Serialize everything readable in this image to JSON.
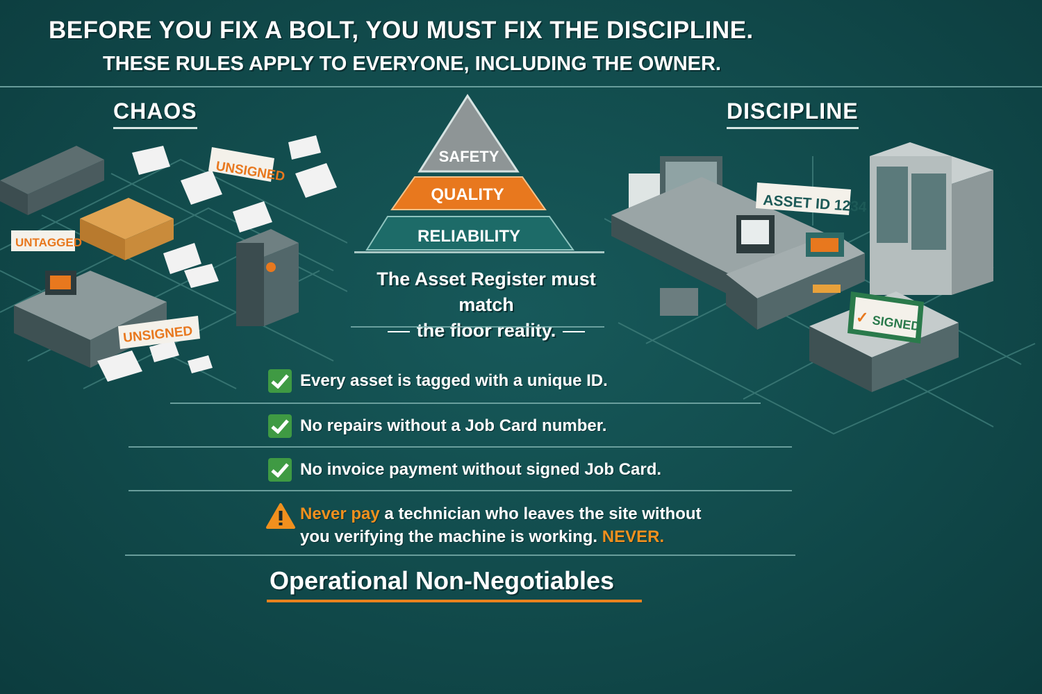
{
  "header": {
    "title": "BEFORE YOU FIX A BOLT, YOU MUST FIX THE DISCIPLINE.",
    "subtitle": "THESE RULES APPLY TO EVERYONE, INCLUDING THE OWNER."
  },
  "chaos": {
    "heading": "CHAOS",
    "labels": [
      "UNSIGNED",
      "UNTAGGED",
      "UNSIGNED"
    ]
  },
  "discipline": {
    "heading": "DISCIPLINE",
    "asset_tag": "ASSET ID 1234",
    "signed_label": "SIGNED"
  },
  "pyramid": {
    "levels": [
      "SAFETY",
      "QUALITY",
      "RELIABILITY"
    ],
    "colors": [
      "#8e9596",
      "#e8781e",
      "#1d6b68"
    ]
  },
  "register": {
    "line1": "The Asset Register must match",
    "line2": "the floor reality."
  },
  "rules": [
    "Every asset is tagged with a unique ID.",
    "No repairs without a Job Card number.",
    "No invoice payment without signed Job Card."
  ],
  "warning": {
    "word1": "Never",
    "word2": "pay",
    "rest_line1": "a technician who leaves the site without",
    "line2": "you verifying the machine is working.",
    "emphasis": "NEVER."
  },
  "footer": {
    "title": "Operational Non-Negotiables"
  },
  "colors": {
    "background": "#114a4b",
    "accent": "#e8821e",
    "check": "#3f9a43"
  }
}
